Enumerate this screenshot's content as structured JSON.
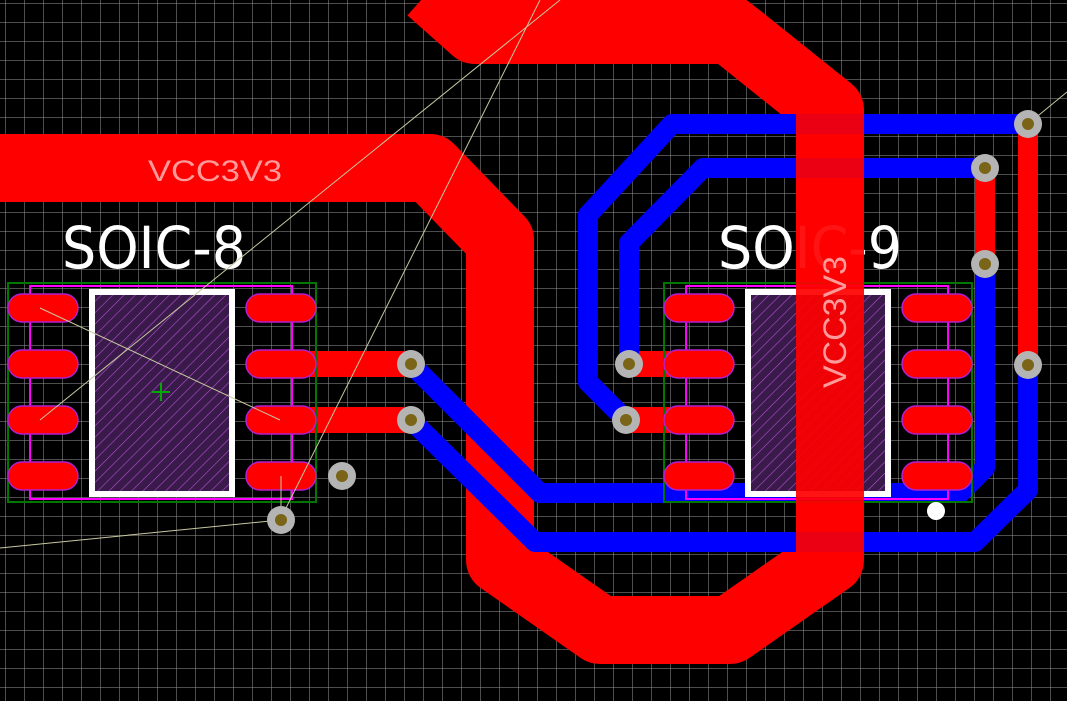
{
  "board": {
    "colors": {
      "background": "#000000",
      "grid": "#8c8c8c",
      "front_copper": "#ff0000",
      "back_copper": "#0000ff",
      "silkscreen": "#ffffff",
      "courtyard": "#ff00ff",
      "fabrication": "#007700",
      "via_ring": "#b4b4b4",
      "via_hole": "#7a6417",
      "ratsnest": "#c8c8a0",
      "net_label": "#ff9a9a"
    }
  },
  "nets": {
    "vcc_top_label": "VCC3V3",
    "vcc_vertical_label": "VCC3V3"
  },
  "footprints": [
    {
      "reference": "SOIC-8",
      "pins": 8
    },
    {
      "reference": "SOIC-9",
      "pins": 8
    }
  ]
}
